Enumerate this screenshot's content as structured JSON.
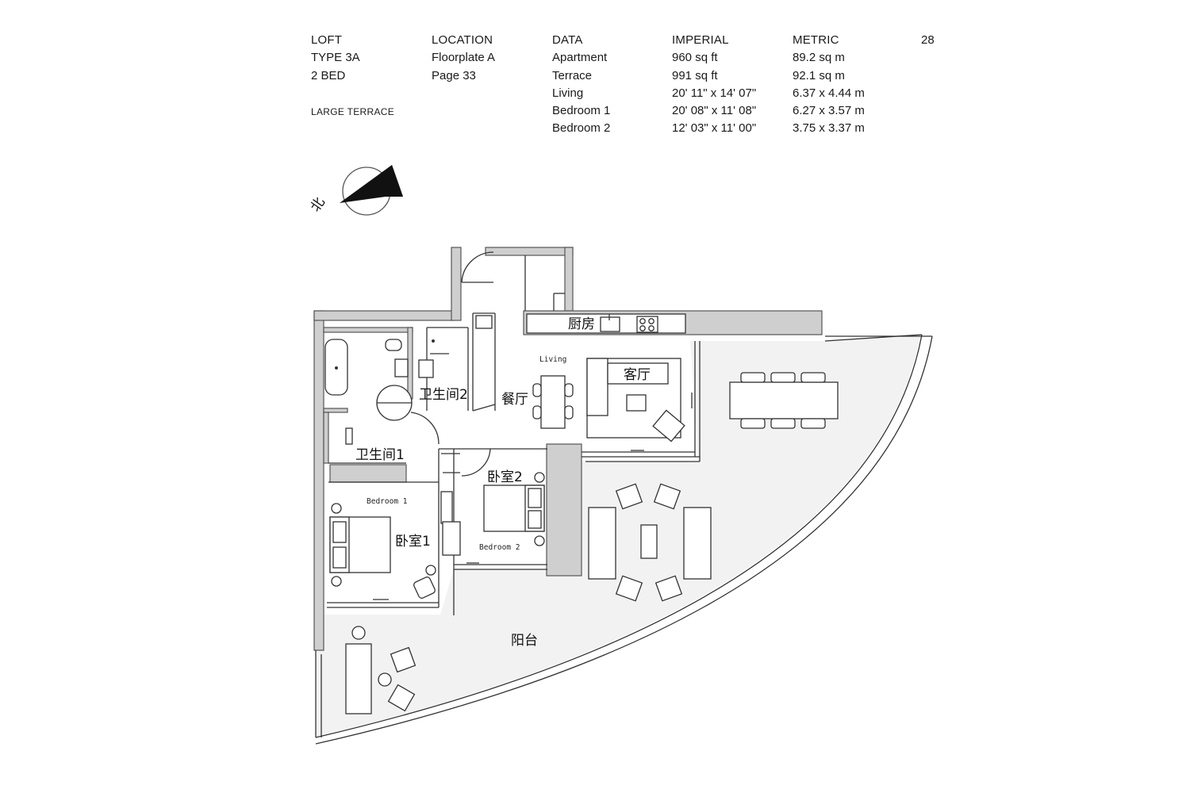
{
  "header": {
    "page_number": "28",
    "loft": {
      "heading": "LOFT",
      "type": "TYPE 3A",
      "beds": "2 BED",
      "note": "LARGE TERRACE"
    },
    "location": {
      "heading": "LOCATION",
      "floorplate": "Floorplate A",
      "page": "Page 33"
    },
    "data": {
      "heading": "DATA",
      "rows": [
        "Apartment",
        "Terrace",
        "Living",
        "Bedroom 1",
        "Bedroom 2"
      ]
    },
    "imperial": {
      "heading": "IMPERIAL",
      "rows": [
        "960 sq ft",
        "991 sq ft",
        "20' 11\" x 14' 07\"",
        "20' 08\" x 11' 08\"",
        "12' 03\" x 11' 00\""
      ]
    },
    "metric": {
      "heading": "METRIC",
      "rows": [
        "89.2 sq m",
        "92.1 sq m",
        "6.37 x 4.44 m",
        "6.27 x 3.57 m",
        "3.75 x 3.37 m"
      ]
    }
  },
  "compass": {
    "label": "北"
  },
  "rooms": {
    "kitchen": "厨房",
    "living_en": "Living",
    "living_cn": "客厅",
    "dining": "餐厅",
    "bath2": "卫生间2",
    "bath1": "卫生间1",
    "bedroom1_en": "Bedroom 1",
    "bedroom1_cn": "卧室1",
    "bedroom2_en": "Bedroom 2",
    "bedroom2_cn": "卧室2",
    "terrace": "阳台"
  },
  "colors": {
    "terrace_fill": "#f2f2f3",
    "wall_fill": "#cfcfcf",
    "line": "#333333"
  }
}
